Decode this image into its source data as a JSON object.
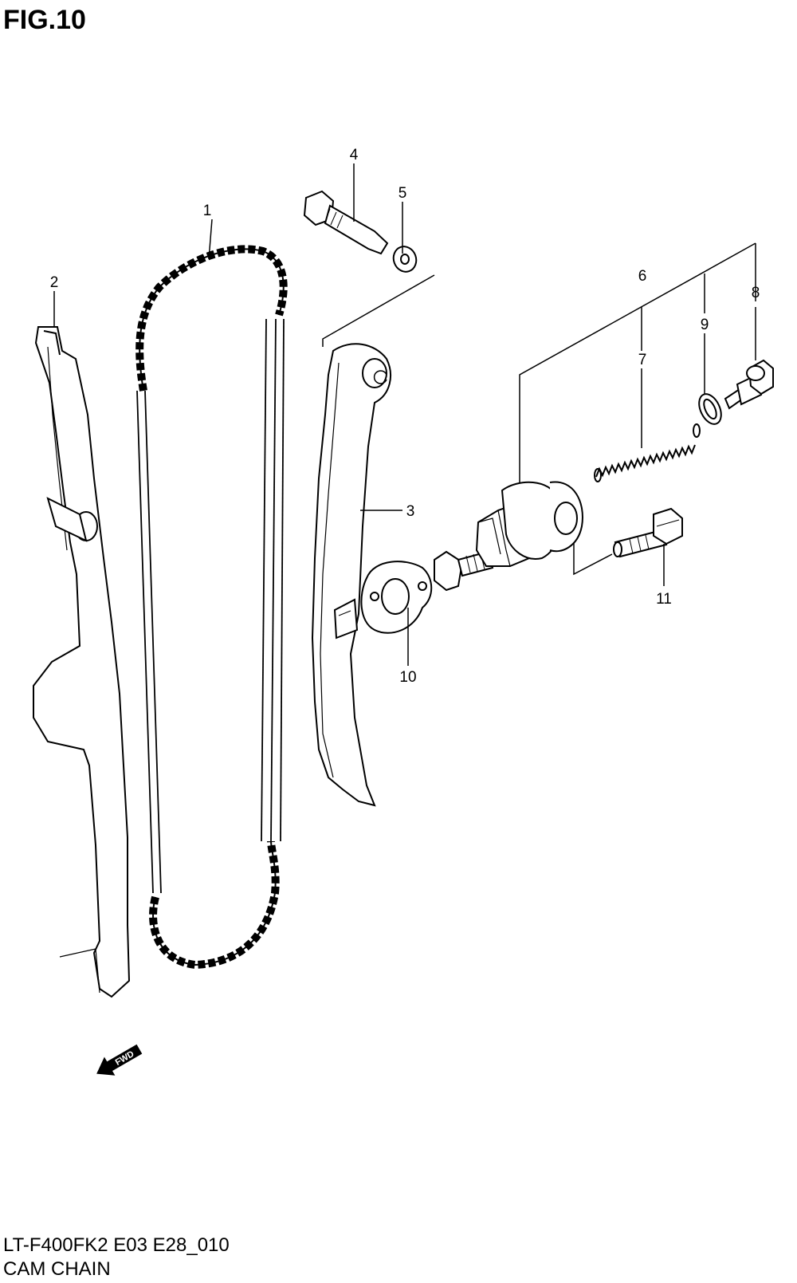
{
  "figure": {
    "title": "FIG.10",
    "model_code": "LT-F400FK2 E03 E28_010",
    "section_name": "CAM CHAIN",
    "forward_marker": "FWD"
  },
  "callouts": [
    {
      "number": "1"
    },
    {
      "number": "2"
    },
    {
      "number": "3"
    },
    {
      "number": "4"
    },
    {
      "number": "5"
    },
    {
      "number": "6"
    },
    {
      "number": "7"
    },
    {
      "number": "8"
    },
    {
      "number": "9"
    },
    {
      "number": "10"
    },
    {
      "number": "11"
    }
  ]
}
